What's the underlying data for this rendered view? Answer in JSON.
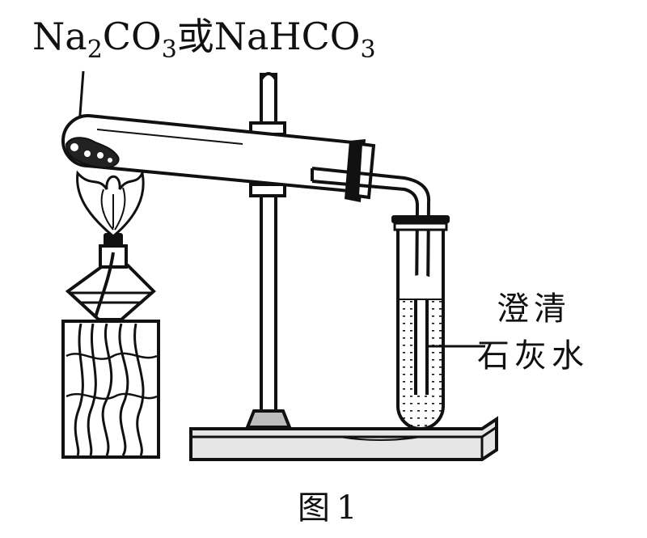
{
  "labels": {
    "compound_a_prefix": "Na",
    "compound_a_sub1": "2",
    "compound_a_mid": "CO",
    "compound_a_sub2": "3",
    "conjunction": "或",
    "compound_b_prefix": "NaHCO",
    "compound_b_sub": "3",
    "limewater_line1": "澄清",
    "limewater_line2": "石灰水",
    "figure_title": "图",
    "figure_number": "1"
  },
  "colors": {
    "ink": "#111111",
    "stand_base": "#e6e6e6",
    "flame": "#ffffff",
    "clamp_base": "#bdbdbd"
  }
}
